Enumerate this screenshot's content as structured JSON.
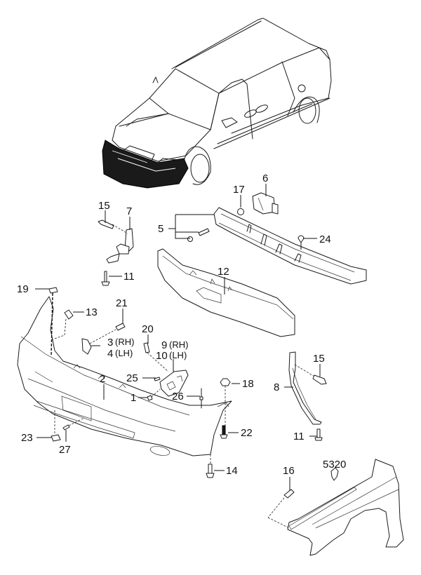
{
  "diagram": {
    "title": "Front bumper assembly exploded view",
    "vehicle": "minivan",
    "callouts": {
      "c1": "1",
      "c2": "2",
      "c3": "3",
      "c3_side": "(RH)",
      "c4": "4",
      "c4_side": "(LH)",
      "c5": "5",
      "c6": "6",
      "c7": "7",
      "c8": "8",
      "c9": "9",
      "c9_side": "(RH)",
      "c10": "10",
      "c10_side": "(LH)",
      "c11a": "11",
      "c11b": "11",
      "c12": "12",
      "c13": "13",
      "c14": "14",
      "c15a": "15",
      "c15b": "15",
      "c16": "16",
      "c17": "17",
      "c18": "18",
      "c19": "19",
      "c20": "20",
      "c21": "21",
      "c22": "22",
      "c23": "23",
      "c24": "24",
      "c25": "25",
      "c26": "26",
      "c27": "27",
      "c5320": "5320"
    }
  }
}
